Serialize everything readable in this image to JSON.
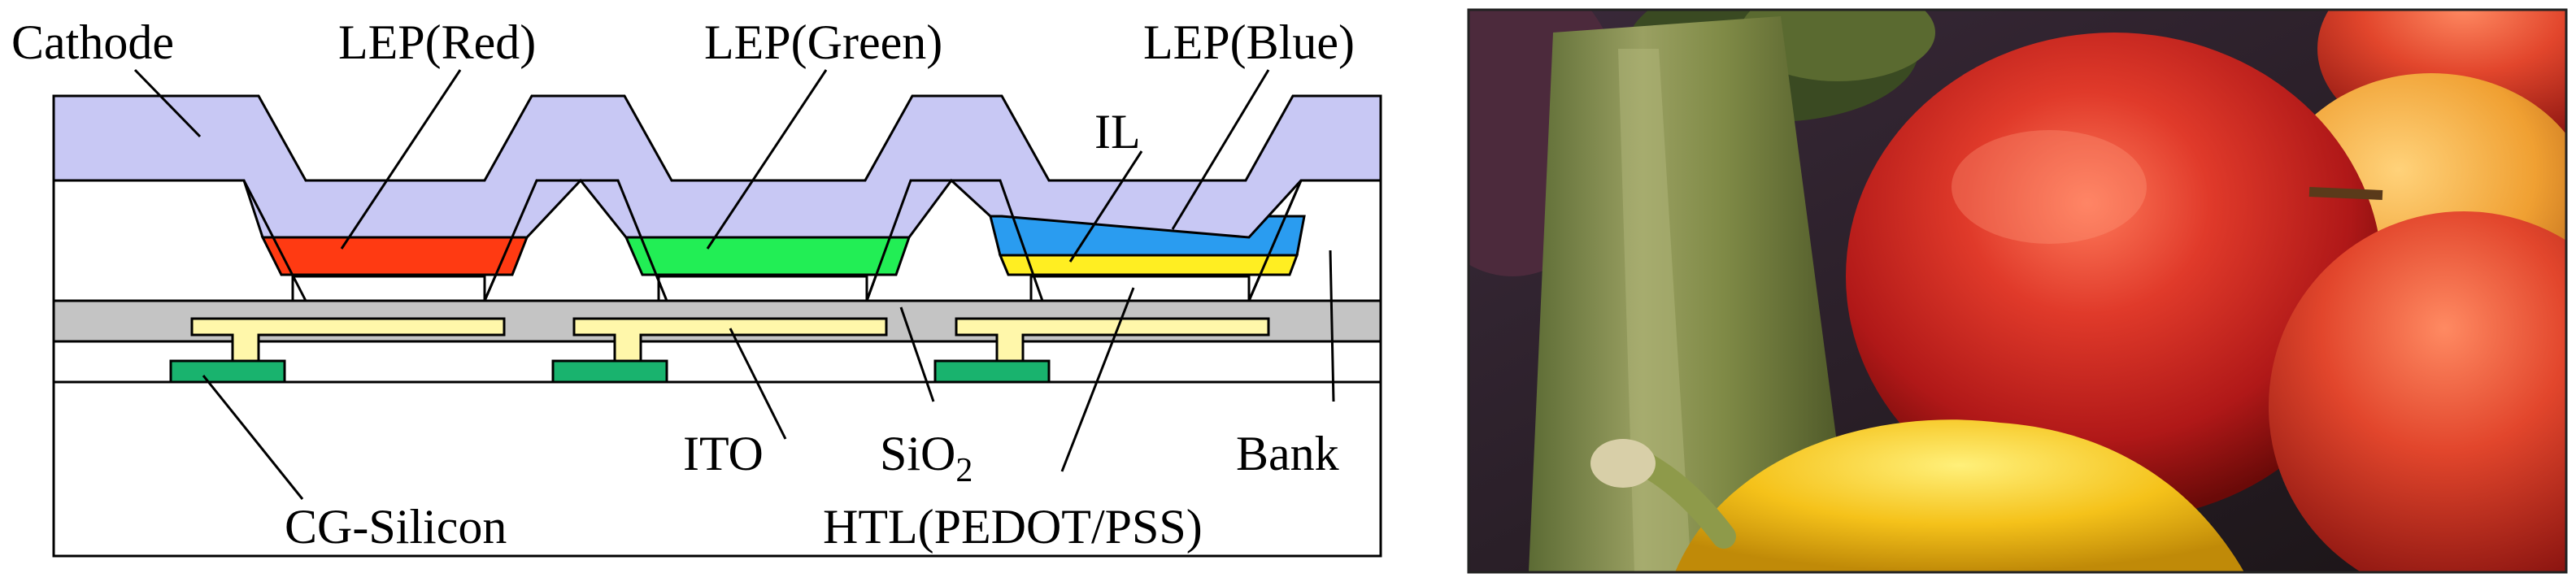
{
  "diagram": {
    "labels": {
      "cathode": "Cathode",
      "lep_red": "LEP(Red)",
      "lep_green": "LEP(Green)",
      "lep_blue": "LEP(Blue)",
      "il": "IL",
      "ito": "ITO",
      "sio2_base": "SiO",
      "sio2_sub": "2",
      "bank": "Bank",
      "cg_silicon": "CG-Silicon",
      "htl": "HTL(PEDOT/PSS)"
    },
    "colors": {
      "cathode": "#c8c8f4",
      "lep_red": "#ff3a12",
      "lep_green": "#22ee55",
      "lep_blue": "#2a9cf0",
      "il": "#ffee22",
      "sio2": "#c4c4c4",
      "ito": "#fff7aa",
      "cg_silicon": "#19b36e",
      "bank": "#ffffff"
    }
  },
  "photo": {
    "description_icon": "fruit-vegetable-photo-icon"
  }
}
